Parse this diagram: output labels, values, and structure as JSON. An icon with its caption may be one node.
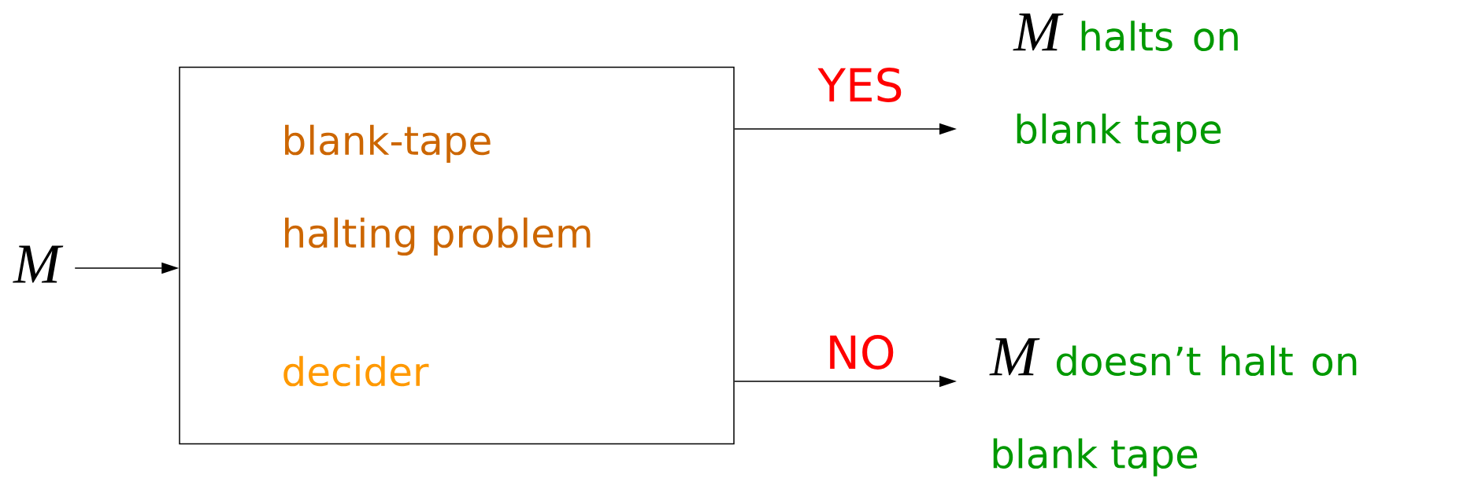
{
  "diagram": {
    "nodes": [
      {
        "text": [
          "M"
        ]
      },
      {
        "text": [
          "blank-tape halting problem",
          "decider"
        ]
      },
      {
        "text": [
          "M",
          "halts on blank tape"
        ]
      },
      {
        "text": [
          "M",
          "doesn’t halt on blank tape"
        ]
      }
    ],
    "edges": [
      {
        "from": 0,
        "to": 1,
        "arrow": "to"
      },
      {
        "from": 1,
        "to": 2,
        "arrow": "to",
        "label": "YES"
      },
      {
        "from": 1,
        "to": 3,
        "arrow": "to",
        "label": "NO"
      }
    ]
  }
}
